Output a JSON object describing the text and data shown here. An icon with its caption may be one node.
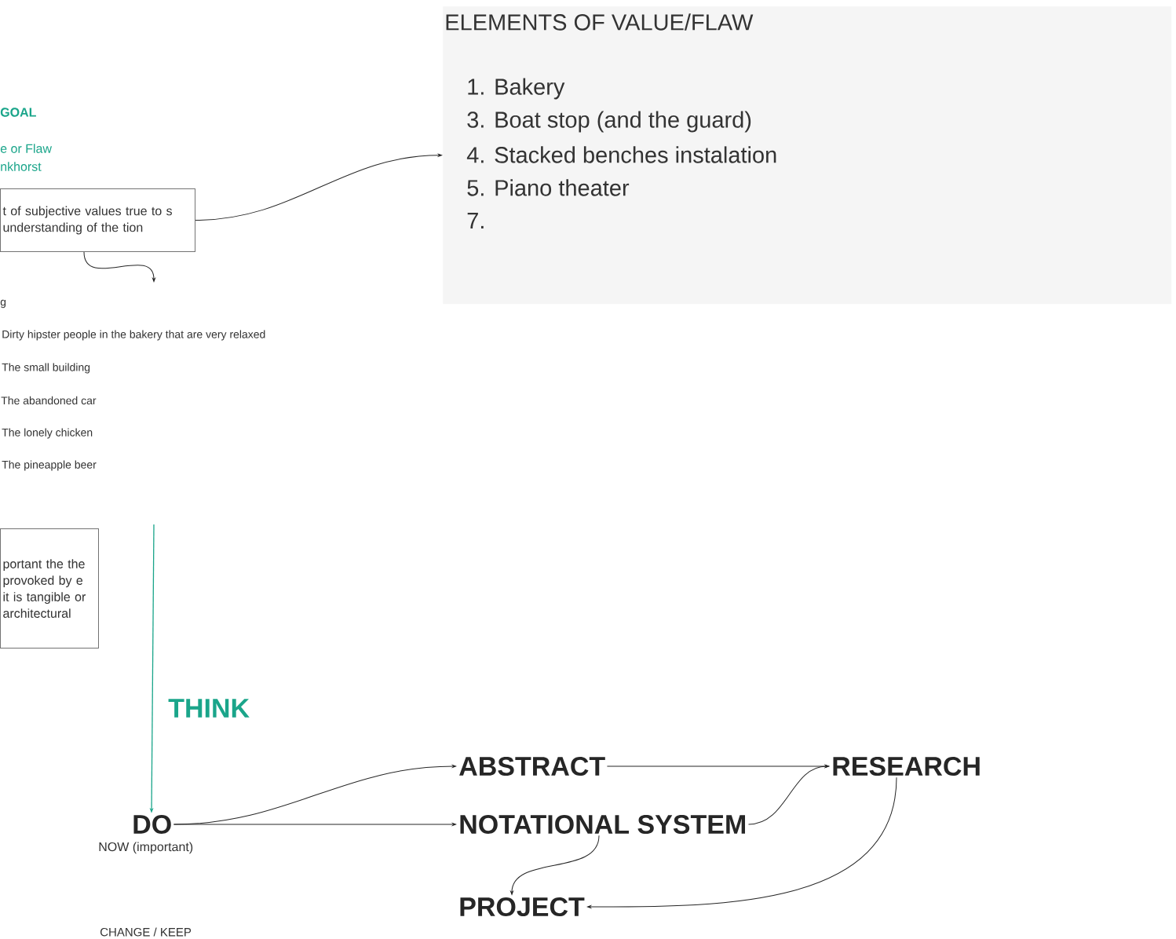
{
  "diagram": {
    "nodes": [
      {
        "text": [
          "t of subjective values true to s understanding of the tion"
        ]
      },
      {
        "text": [
          "ELEMENTS OF VALUE/FLAW",
          "1. Bakery",
          "3. Boat stop (and the guard)",
          "4. Stacked benches instalation",
          "5. Piano theater",
          "7."
        ]
      },
      {
        "text": [
          "portant the the provoked by e it is tangible or architectural"
        ]
      },
      {
        "text": [
          "DO"
        ],
        "beside": [
          "NOW (important)"
        ]
      },
      {
        "text": [
          "ABSTRACT"
        ]
      },
      {
        "text": [
          "NOTATIONAL SYSTEM"
        ]
      },
      {
        "text": [
          "RESEARCH"
        ]
      },
      {
        "text": [
          "PROJECT"
        ]
      }
    ],
    "edges": [
      {
        "from": 0,
        "to": 1,
        "arrow": "to"
      },
      {
        "from": 0,
        "to": null,
        "arrow": "to"
      },
      {
        "from": null,
        "to": 3,
        "arrow": "to",
        "label": "THINK",
        "color": "#1aa58a"
      },
      {
        "from": 3,
        "to": 4,
        "arrow": "to"
      },
      {
        "from": 3,
        "to": 5,
        "arrow": "to"
      },
      {
        "from": 4,
        "to": 6,
        "arrow": "to"
      },
      {
        "from": 5,
        "to": 6,
        "arrow": "to"
      },
      {
        "from": 5,
        "to": 7,
        "arrow": "to"
      },
      {
        "from": 6,
        "to": 7,
        "arrow": "to"
      }
    ],
    "labels": [
      "GOAL",
      "e or Flaw",
      "nkhorst",
      "g",
      "Dirty hipster people in the bakery that are very relaxed",
      "The small building",
      "The abandoned car",
      "The lonely chicken",
      "The pineapple beer",
      "CHANGE / KEEP"
    ]
  }
}
